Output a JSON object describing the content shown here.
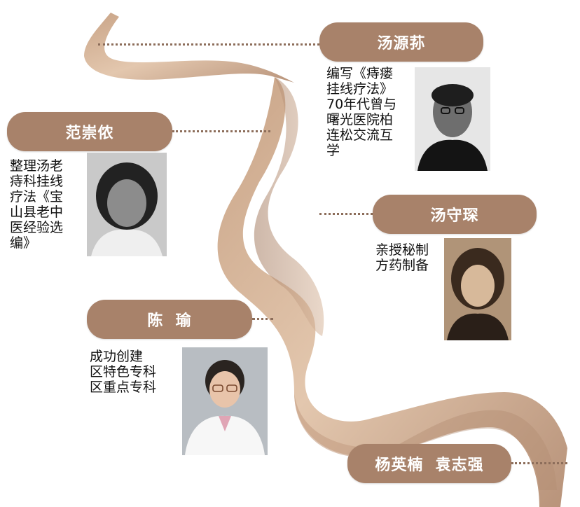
{
  "accent_color": "#a8826a",
  "ribbon_color": "#d9b89b",
  "entries": [
    {
      "name": "汤源荪",
      "description": "编写《痔瘘\n挂线疗法》\n70年代曾与\n曙光医院柏\n连松交流互\n学",
      "photo": "portrait-photo-grayscale"
    },
    {
      "name": "范崇侬",
      "description": "整理汤老\n痔科挂线\n疗法《宝\n山县老中\n医经验选\n编》",
      "photo": "portrait-photo-grayscale"
    },
    {
      "name": "汤守琛",
      "description": "亲授秘制\n方药制备",
      "photo": "portrait-photo-sepia"
    },
    {
      "name": "陈  瑜",
      "description": "成功创建\n区特色专科\n区重点专科",
      "photo": "portrait-photo-color"
    },
    {
      "name": "杨英楠  袁志强"
    }
  ]
}
